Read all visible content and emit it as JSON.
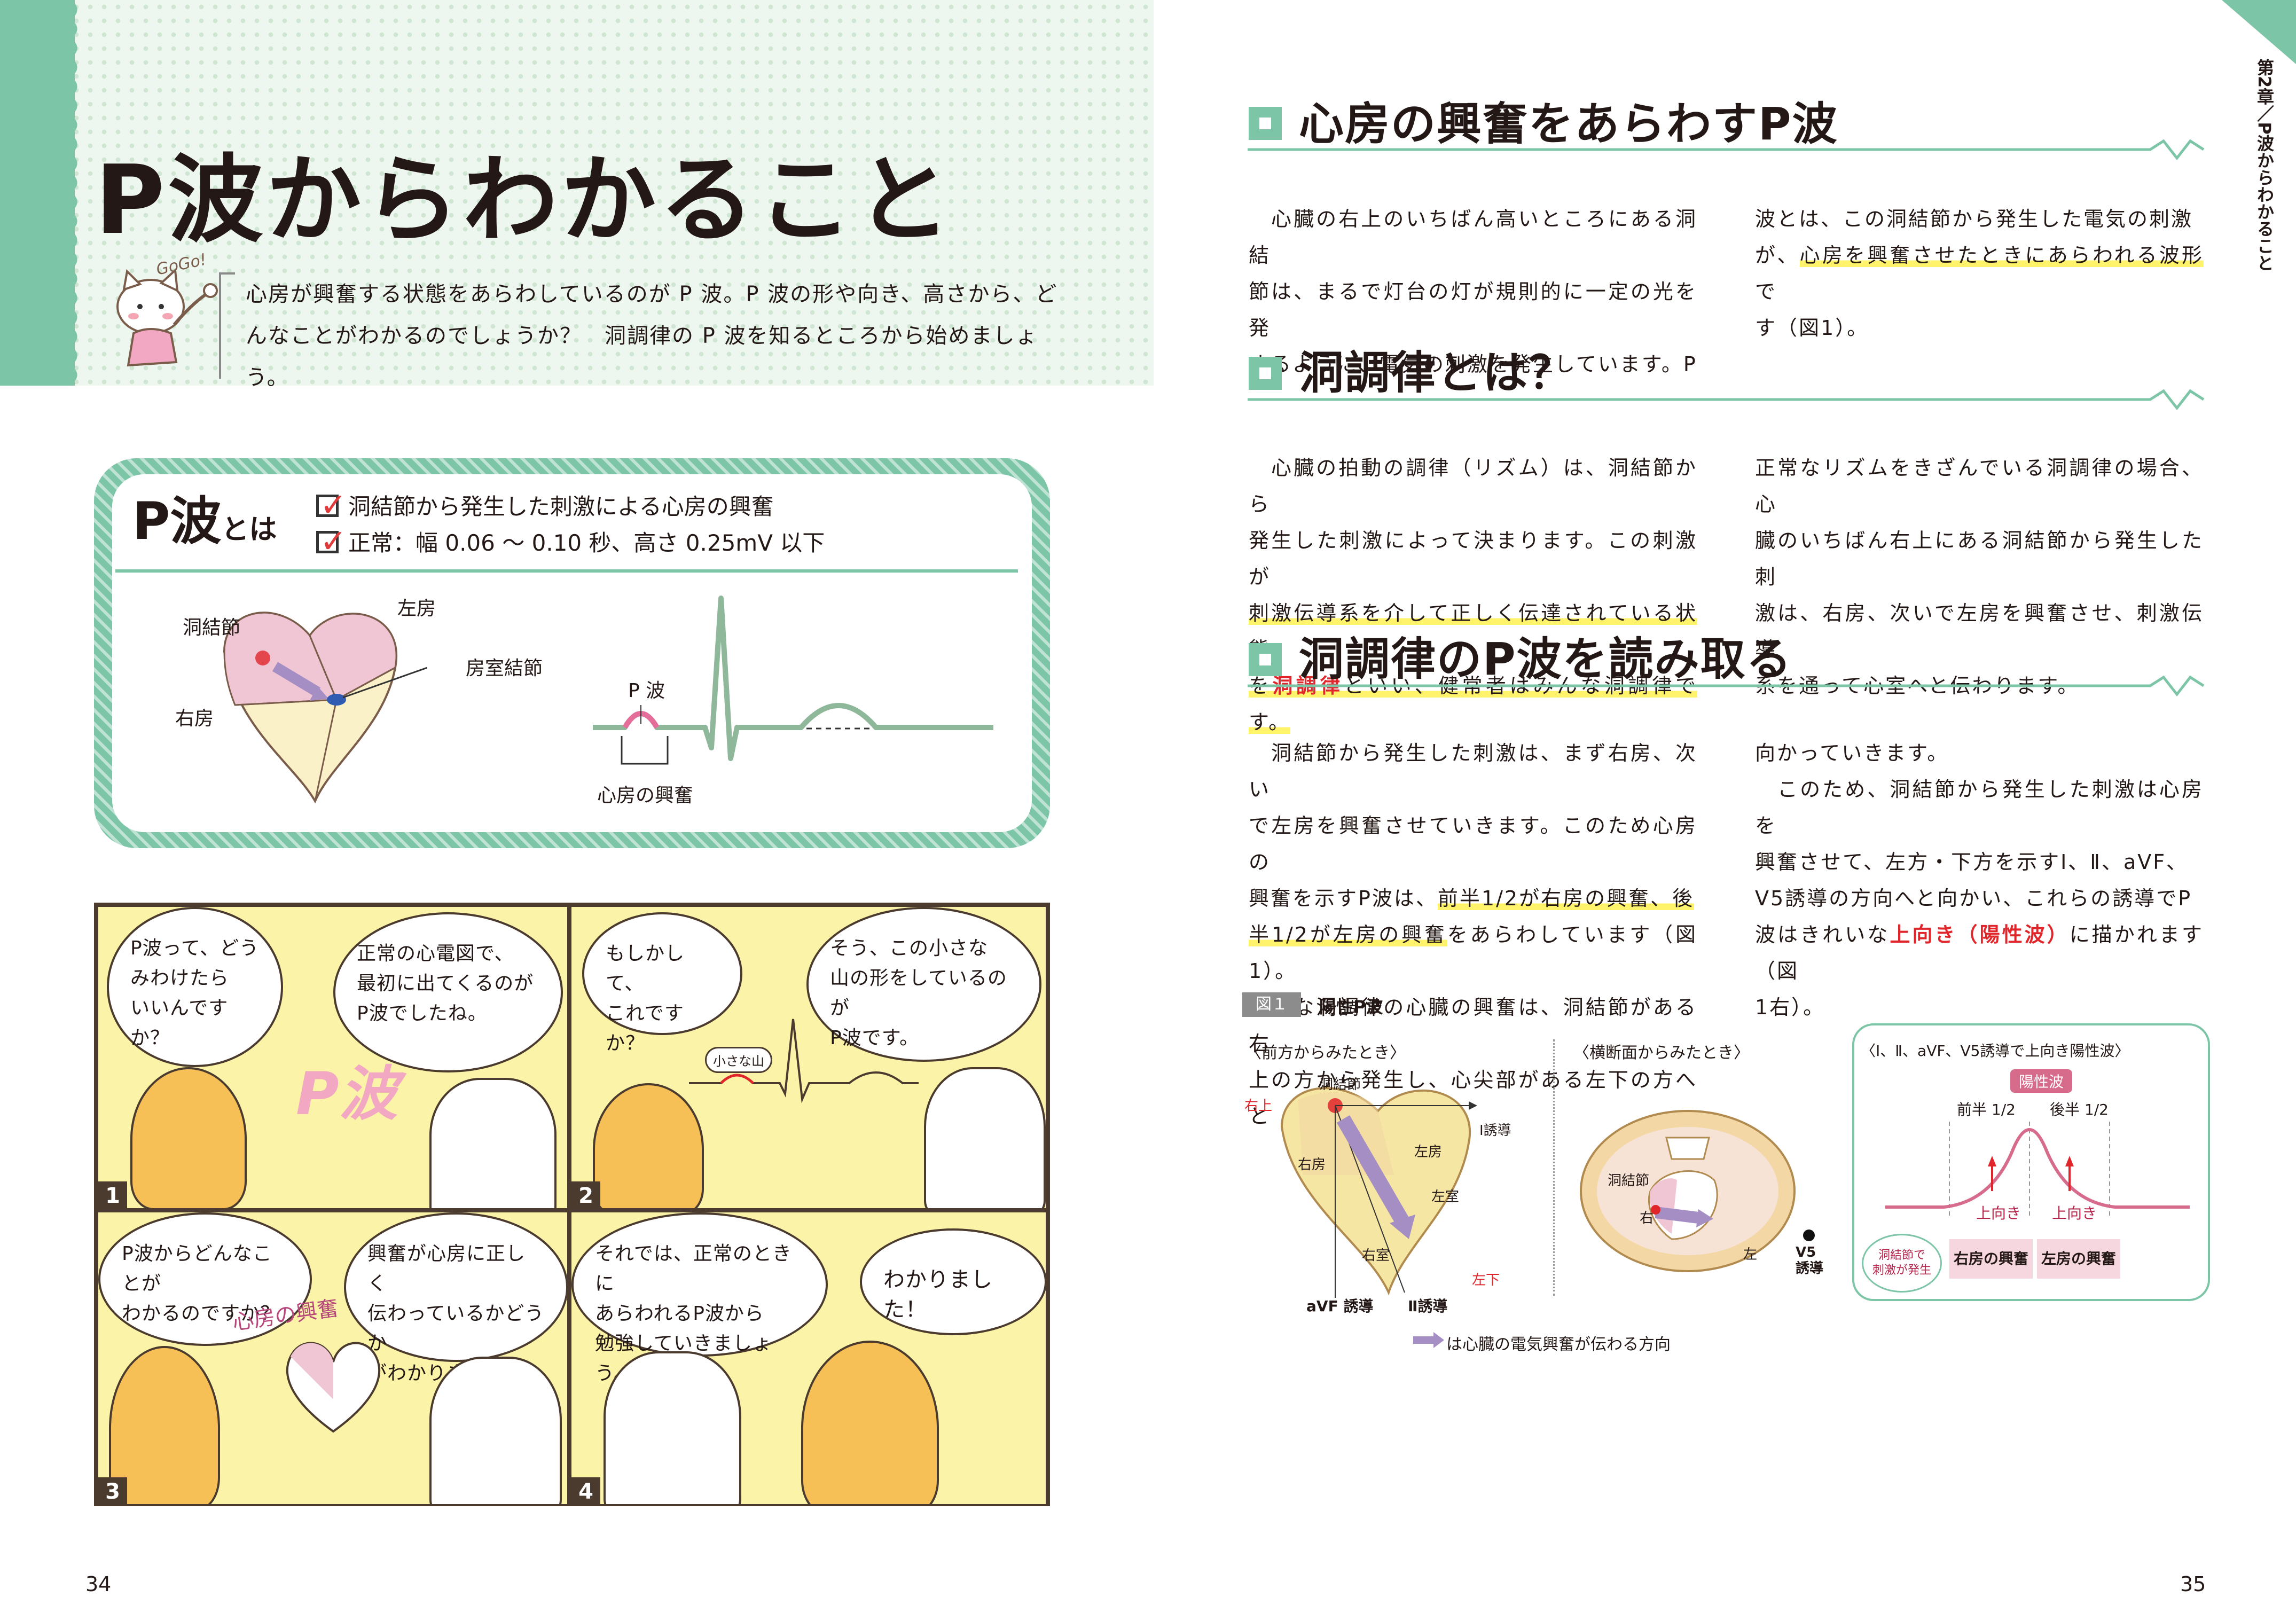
{
  "left_page": {
    "title": "P波からわかること",
    "intro_lines": [
      "心房が興奮する状態をあらわしているのが P 波。P 波の形や向き、高さから、ど",
      "んなことがわかるのでしょうか？　洞調律の P 波を知るところから始めましょう。"
    ],
    "mascot_text": "GoGo!",
    "summary": {
      "title_main": "P波",
      "title_small": "とは",
      "check1": "洞結節から発生した刺激による心房の興奮",
      "check2": "正常：幅 0.06 ～ 0.10 秒、高さ 0.25mV 以下",
      "heart_labels": {
        "sinus_node": "洞結節",
        "left_atrium": "左房",
        "av_node": "房室結節",
        "right_atrium": "右房"
      },
      "ecg_labels": {
        "p_wave": "P 波",
        "atrial_excitation": "心房の興奮"
      }
    },
    "comic": {
      "panels": [
        {
          "num": "1",
          "bubbles": [
            "P波って、どう\nみわけたら\nいいんですか？",
            "正常の心電図で、\n最初に出てくるのが\nP波でしたね。"
          ],
          "sign": "P波"
        },
        {
          "num": "2",
          "bubbles": [
            "もしかして、\nこれですか？",
            "そう、この小さな\n山の形をしているのが\nP波です。"
          ],
          "small_label": "小さな山"
        },
        {
          "num": "3",
          "bubbles": [
            "P波からどんなことが\nわかるのですか？",
            "興奮が心房に正しく\n伝わっているかどうか\nがわかります。"
          ],
          "board_label": "心房の興奮"
        },
        {
          "num": "4",
          "bubbles": [
            "それでは、正常のときに\nあらわれるP波から\n勉強していきましょう。",
            "わかりました！"
          ]
        }
      ]
    },
    "page_number": "34"
  },
  "right_page": {
    "side_tab": "第2章／P波からわかること",
    "sections": [
      {
        "title": "心房の興奮をあらわすP波",
        "col1": [
          "　心臓の右上のいちばん高いところにある洞結",
          "節は、まるで灯台の灯が規則的に一定の光を発",
          "するように、電気の刺激を発生しています。P"
        ],
        "col2_a": "波とは、この洞結節から発生した電気の刺激",
        "col2_b_pre": "が、",
        "col2_b_hl": "心房を興奮させたときにあらわれる波形",
        "col2_b_post": "で",
        "col2_c": "す（図1）。"
      },
      {
        "title": "洞調律とは？",
        "col1_a": "　心臓の拍動の調律（リズム）は、洞結節から",
        "col1_b": "発生した刺激によって決まります。この刺激が",
        "col1_c_hl": "刺激伝導系を介して正しく伝達されている状態",
        "col1_d_pre": "を",
        "col1_d_red": "洞調律",
        "col1_d_post": "といい、健常者はみんな洞調律です。",
        "col2": [
          "正常なリズムをきざんでいる洞調律の場合、心",
          "臓のいちばん右上にある洞結節から発生した刺",
          "激は、右房、次いで左房を興奮させ、刺激伝導",
          "系を通って心室へと伝わります。"
        ]
      },
      {
        "title": "洞調律のP波を読み取る",
        "col1": [
          "　洞結節から発生した刺激は、まず右房、次い",
          "で左房を興奮させていきます。このため心房の",
          "興奮を示すP波は、",
          "前半1/2が右房の興奮、後",
          "半1/2が左房の興奮",
          "をあらわしています（図1）。",
          "正常な洞調律の心臓の興奮は、洞結節がある右",
          "上の方から発生し、心尖部がある左下の方へと"
        ],
        "col2_a": "向かっていきます。",
        "col2_b": "　このため、洞結節から発生した刺激は心房を",
        "col2_c": "興奮させて、左方・下方を示すⅠ、Ⅱ、aVF、",
        "col2_d": "V5誘導の方向へと向かい、これらの誘導でP",
        "col2_e_pre": "波はきれいな",
        "col2_e_red": "上向き（陽性波）",
        "col2_e_post": "に描かれます（図",
        "col2_f": "1右）。"
      }
    ],
    "figure": {
      "label": "図１",
      "title": "陽性P波",
      "panel1": {
        "heading": "〈前方からみたとき〉",
        "labels": {
          "sinus_node": "洞結節",
          "upper_right": "右上",
          "lead1": "Ⅰ誘導",
          "left_atrium": "左房",
          "right_atrium": "右房",
          "left_ventricle": "左室",
          "right_ventricle": "右室",
          "lower_left": "左下",
          "avf": "aVF 誘導",
          "lead2": "Ⅱ誘導"
        }
      },
      "panel2": {
        "heading": "〈横断面からみたとき〉",
        "labels": {
          "sinus_node": "洞結節",
          "right": "右",
          "left": "左",
          "v5": "V5\n誘導"
        }
      },
      "panel3": {
        "heading": "〈Ⅰ、Ⅱ、aVF、V5誘導で上向き陽性波〉",
        "badge": "陽性波",
        "first_half": "前半 1/2",
        "second_half": "後半 1/2",
        "up1": "上向き",
        "up2": "上向き",
        "origin": "洞結節で\n刺激が発生",
        "ra": "右房の興奮",
        "la": "左房の興奮"
      },
      "legend": "は心臓の電気興奮が伝わる方向"
    },
    "page_number": "35"
  },
  "colors": {
    "accent_green": "#7dc5a7",
    "highlight_yellow": "#fff36b",
    "emphasis_red": "#e0262b",
    "comic_yellow": "#fbf3a8"
  }
}
